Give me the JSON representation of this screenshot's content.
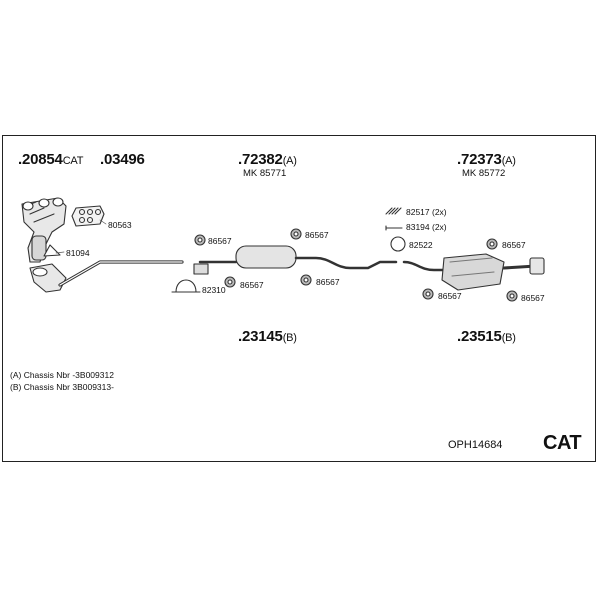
{
  "parts": {
    "manifold": {
      "number": ".20854",
      "suffix": "CAT"
    },
    "gasket": {
      "number": ".03496"
    },
    "middle_pipe": {
      "number": ".72382",
      "suffix": "(A)",
      "mk": "MK 85771"
    },
    "rear_silencer": {
      "number": ".72373",
      "suffix": "(A)",
      "mk": "MK 85772"
    },
    "middle_b": {
      "number": ".23145",
      "suffix": "(B)"
    },
    "rear_b": {
      "number": ".23515",
      "suffix": "(B)"
    }
  },
  "small_labels": {
    "p80563": "80563",
    "p81094": "81094",
    "p86567_a": "86567",
    "p86567_b": "86567",
    "p86567_c": "86567",
    "p86567_d": "86567",
    "p86567_e": "86567",
    "p86567_f": "86567",
    "p82310": "82310",
    "p82517": "82517 (2x)",
    "p83194": "83194 (2x)",
    "p82522": "82522"
  },
  "notes": {
    "a": "(A) Chassis Nbr -3B009312",
    "b": "(B) Chassis Nbr 3B009313-"
  },
  "footer": {
    "code": "OPH14684",
    "cat": "CAT"
  }
}
